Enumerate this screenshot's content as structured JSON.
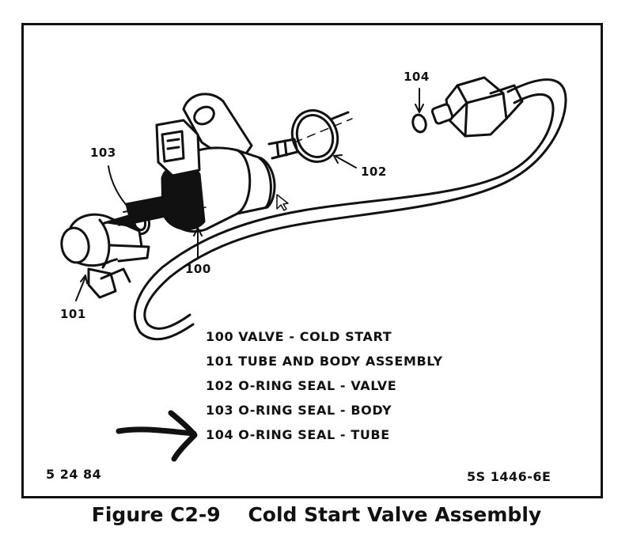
{
  "callouts": {
    "c100": "100",
    "c101": "101",
    "c102": "102",
    "c103": "103",
    "c104": "104"
  },
  "legend": [
    {
      "num": "100",
      "text": "VALVE - COLD START"
    },
    {
      "num": "101",
      "text": "TUBE AND BODY ASSEMBLY"
    },
    {
      "num": "102",
      "text": "O-RING SEAL - VALVE"
    },
    {
      "num": "103",
      "text": "O-RING SEAL - BODY"
    },
    {
      "num": "104",
      "text": "O-RING SEAL - TUBE"
    }
  ],
  "footer": {
    "left": "5 24 84",
    "right": "5S  1446-6E"
  },
  "caption": "Figure C2-9    Cold Start Valve Assembly",
  "colors": {
    "ink": "#111111",
    "paper": "#ffffff"
  },
  "highlighted_item": "104"
}
